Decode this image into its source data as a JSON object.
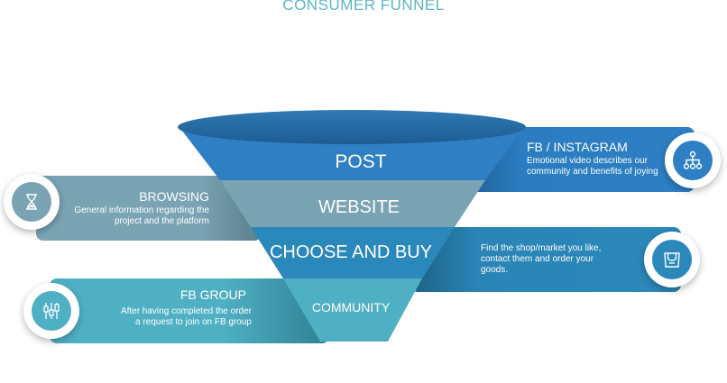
{
  "title": "CONSUMER FUNNEL",
  "stages": [
    {
      "label": "POST",
      "color": "#2e7fc4"
    },
    {
      "label": "WEBSITE",
      "color": "#7aa3b3"
    },
    {
      "label": "CHOOSE AND BUY",
      "color": "#2b88ba"
    },
    {
      "label": "COMMUNITY",
      "color": "#4fb0c3"
    }
  ],
  "callouts": [
    {
      "heading": "FB / INSTAGRAM",
      "line1": "Emotional video describes our",
      "line2": "community and benefits of joying",
      "icon": "hierarchy-icon",
      "color": "#2e7fc4"
    },
    {
      "heading": "BROWSING",
      "line1": "General information regarding the",
      "line2": "project  and the platform",
      "icon": "hourglass-icon",
      "color": "#7aa3b3"
    },
    {
      "heading": "",
      "line1": "Find the shop/market you like,",
      "line2": "contact them and order your",
      "line3": "goods.",
      "icon": "shopping-bag-icon",
      "color": "#2b88ba"
    },
    {
      "heading": "FB GROUP",
      "line1": "After having completed the order",
      "line2": "a request to join on FB group",
      "icon": "candlestick-icon",
      "color": "#4fb0c3"
    }
  ]
}
